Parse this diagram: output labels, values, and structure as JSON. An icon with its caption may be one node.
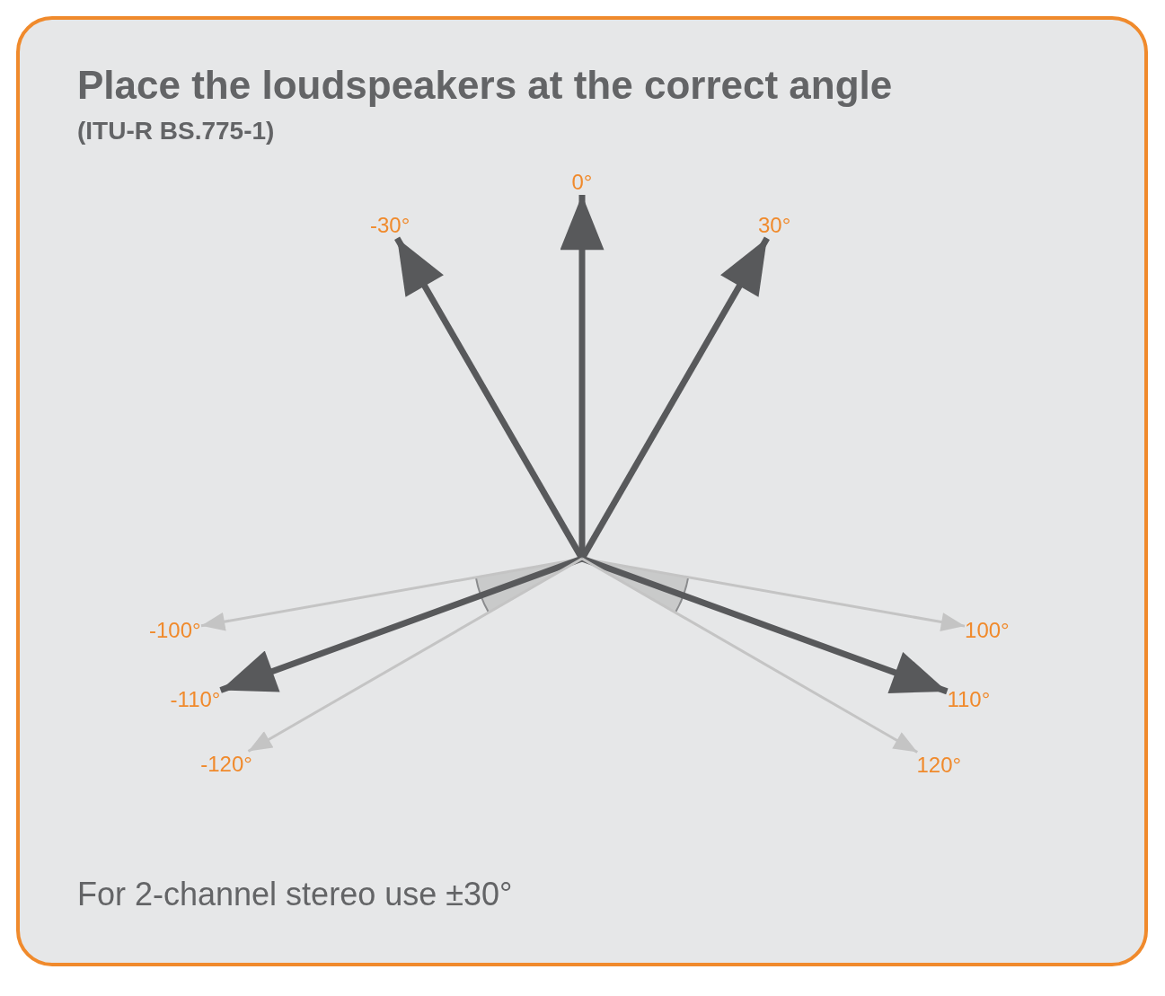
{
  "diagram": {
    "title": "Place the loudspeakers at the correct angle",
    "caption": "For 2-channel stereo use ±30°",
    "nodes": [
      {
        "text": [
          "0°"
        ]
      },
      {
        "text": [
          "-30°"
        ]
      },
      {
        "text": [
          "30°"
        ]
      },
      {
        "text": [
          "-100°"
        ]
      },
      {
        "text": [
          "100°"
        ]
      },
      {
        "text": [
          "-110°"
        ]
      },
      {
        "text": [
          "110°"
        ]
      },
      {
        "text": [
          "-120°"
        ]
      },
      {
        "text": [
          "120°"
        ]
      }
    ],
    "edges": [
      {
        "from": null,
        "to": 0,
        "arrow": "to"
      },
      {
        "from": null,
        "to": 1,
        "arrow": "to"
      },
      {
        "from": null,
        "to": 2,
        "arrow": "to"
      },
      {
        "from": null,
        "to": 3,
        "arrow": "to",
        "color": "#c4c4c4"
      },
      {
        "from": null,
        "to": 4,
        "arrow": "to",
        "color": "#c4c4c4"
      },
      {
        "from": null,
        "to": 5,
        "arrow": "to"
      },
      {
        "from": null,
        "to": 6,
        "arrow": "to"
      },
      {
        "from": null,
        "to": 7,
        "arrow": "to",
        "color": "#c4c4c4"
      },
      {
        "from": null,
        "to": 8,
        "arrow": "to",
        "color": "#c4c4c4"
      }
    ],
    "labels": [
      "(ITU-R BS.775-1)"
    ]
  }
}
